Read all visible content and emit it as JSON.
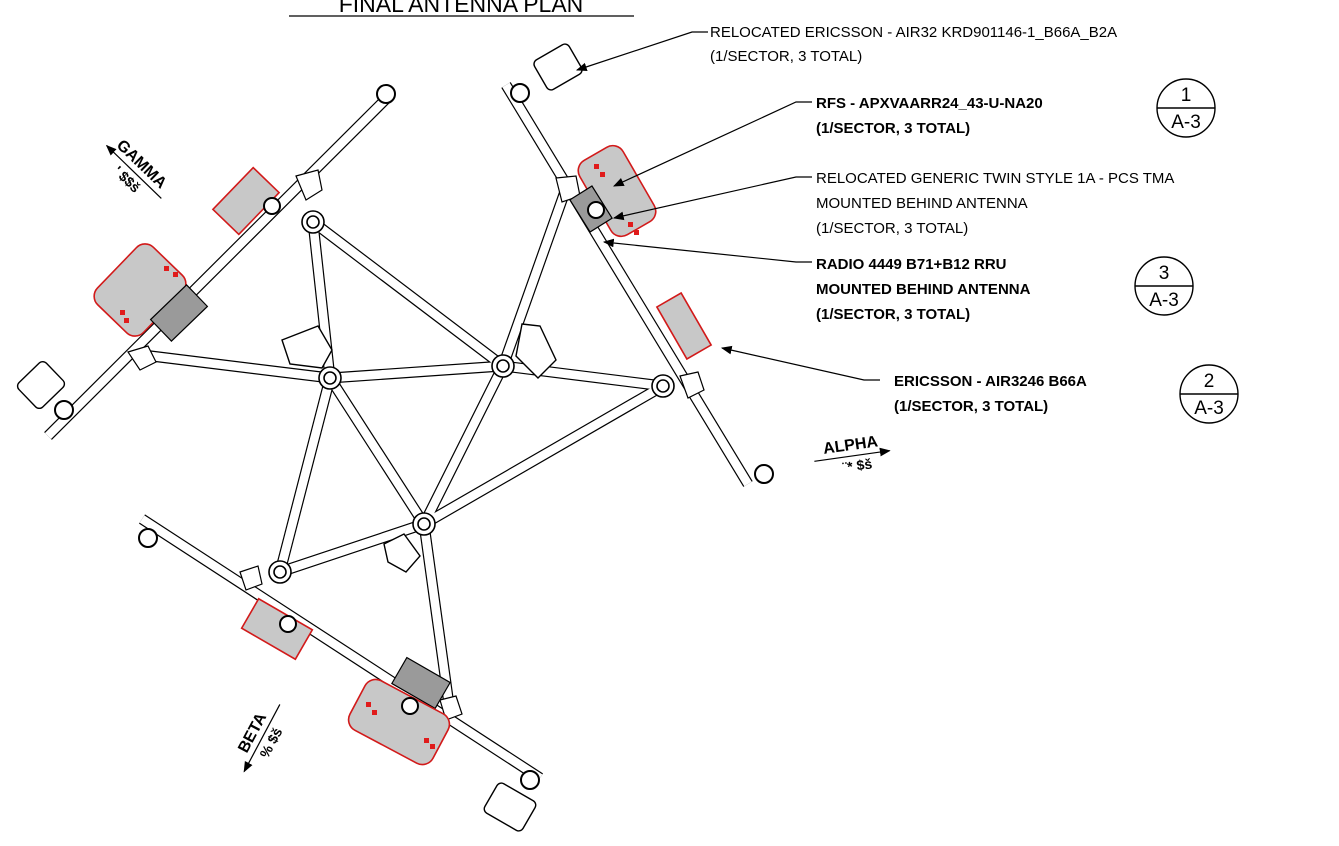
{
  "title": "FINAL ANTENNA PLAN",
  "colors": {
    "line": "#000000",
    "antenna_fill": "#c8c8c8",
    "antenna_outline": "#d21a1a",
    "background": "#ffffff"
  },
  "sectors": {
    "alpha": {
      "name": "ALPHA",
      "azimuth": "¨* $š"
    },
    "beta": {
      "name": "BETA",
      "azimuth": "% $š"
    },
    "gamma": {
      "name": "GAMMA",
      "azimuth": "' $$š"
    }
  },
  "callouts": [
    {
      "lines": [
        "RELOCATED ERICSSON - AIR32 KRD901146-1_B66A_B2A",
        "(1/SECTOR, 3 TOTAL)"
      ],
      "bold": false
    },
    {
      "lines": [
        "RFS - APXVAARR24_43-U-NA20",
        "(1/SECTOR, 3 TOTAL)"
      ],
      "bold": true,
      "detail": {
        "num": "1",
        "sheet": "A-3"
      }
    },
    {
      "lines": [
        "RELOCATED GENERIC TWIN STYLE 1A - PCS TMA",
        "MOUNTED BEHIND ANTENNA",
        "(1/SECTOR, 3 TOTAL)"
      ],
      "bold": false
    },
    {
      "lines": [
        "RADIO 4449 B71+B12 RRU",
        "MOUNTED BEHIND ANTENNA",
        "(1/SECTOR, 3 TOTAL)"
      ],
      "bold": true,
      "detail": {
        "num": "3",
        "sheet": "A-3"
      }
    },
    {
      "lines": [
        "ERICSSON - AIR3246 B66A",
        "(1/SECTOR, 3 TOTAL)"
      ],
      "bold": true,
      "detail": {
        "num": "2",
        "sheet": "A-3"
      }
    }
  ]
}
